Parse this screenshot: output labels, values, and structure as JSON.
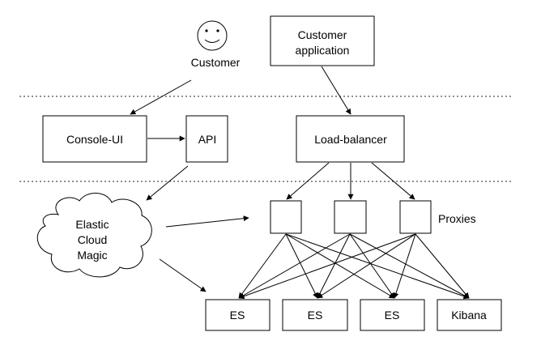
{
  "nodes": {
    "customer": "Customer",
    "customer_application_line1": "Customer",
    "customer_application_line2": "application",
    "console_ui": "Console-UI",
    "api": "API",
    "load_balancer": "Load-balancer",
    "elastic_cloud_magic_line1": "Elastic",
    "elastic_cloud_magic_line2": "Cloud",
    "elastic_cloud_magic_line3": "Magic",
    "proxies": "Proxies",
    "es_1": "ES",
    "es_2": "ES",
    "es_3": "ES",
    "kibana": "Kibana"
  }
}
